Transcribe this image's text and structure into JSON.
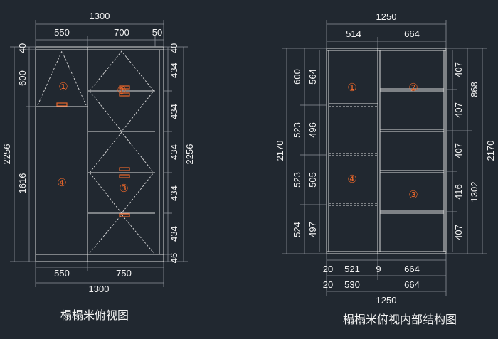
{
  "left": {
    "caption": "榻榻米俯视图",
    "top_total": "1300",
    "top": [
      "550",
      "700",
      "50"
    ],
    "left_small": [
      "40",
      "600"
    ],
    "left_big": [
      "1616"
    ],
    "left_total": "2256",
    "right": [
      "40",
      "434",
      "434",
      "434",
      "434",
      "434",
      "46"
    ],
    "right_total": "2256",
    "bottom": [
      "550",
      "750"
    ],
    "bottom_total": "1300",
    "labels": [
      "①",
      "②",
      "③",
      "④"
    ]
  },
  "right_view": {
    "caption": "榻榻米俯视内部结构图",
    "top_total": "1250",
    "top": [
      "514",
      "664"
    ],
    "left_outer": [
      "600",
      "523",
      "523",
      "524"
    ],
    "left_inner": [
      "564",
      "496",
      "505",
      "497"
    ],
    "left_total": "2170",
    "right_inner": [
      "407",
      "407",
      "407",
      "416",
      "407"
    ],
    "right_outer": [
      "868",
      "1302"
    ],
    "right_total": "2170",
    "bottom1": [
      "20",
      "521",
      "9",
      "664"
    ],
    "bottom2": [
      "20",
      "530",
      "664"
    ],
    "bottom_total": "1250",
    "labels": [
      "①",
      "②",
      "③",
      "④"
    ]
  }
}
